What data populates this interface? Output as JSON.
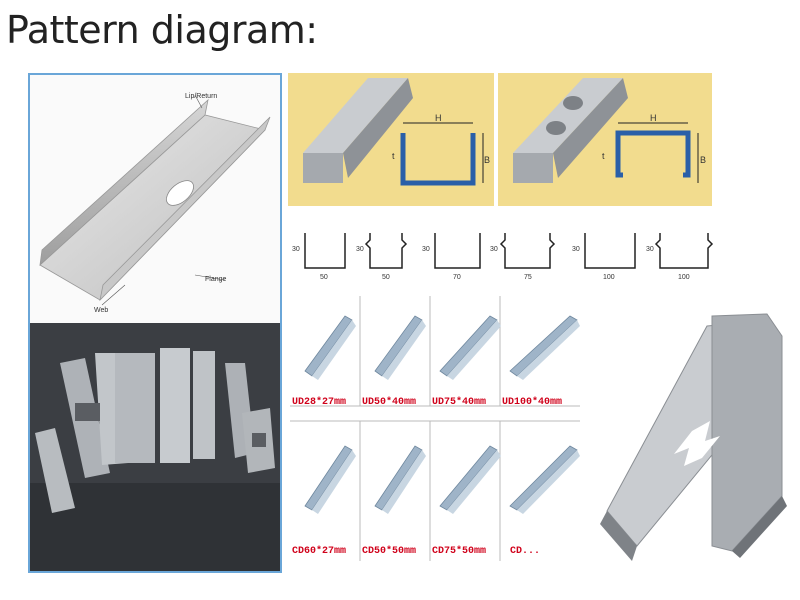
{
  "title": "Pattern diagram:",
  "main_diagram": {
    "labels": {
      "lip": "Lip/Return",
      "flange": "Flange",
      "web": "Web"
    }
  },
  "dimension_letters": {
    "h": "H",
    "b": "B",
    "t": "t"
  },
  "profile_sketches": [
    {
      "height": "30",
      "width": "50"
    },
    {
      "height": "30",
      "width": "50"
    },
    {
      "height": "30",
      "width": "70"
    },
    {
      "height": "30",
      "width": "75"
    },
    {
      "height": "30",
      "width": "100"
    },
    {
      "height": "30",
      "width": "100"
    }
  ],
  "products": [
    {
      "label": "UD28*27mm"
    },
    {
      "label": "UD50*40mm"
    },
    {
      "label": "UD75*40mm"
    },
    {
      "label": "UD100*40mm"
    },
    {
      "label": "CD60*27mm"
    },
    {
      "label": "CD50*50mm"
    },
    {
      "label": "CD75*50mm"
    },
    {
      "label": "CD..."
    }
  ],
  "colors": {
    "yellow_bg": "#f2dc8e",
    "profile_blue": "#2a5fa8",
    "label_red": "#d0021b",
    "frame_blue": "#6aa6d8"
  }
}
